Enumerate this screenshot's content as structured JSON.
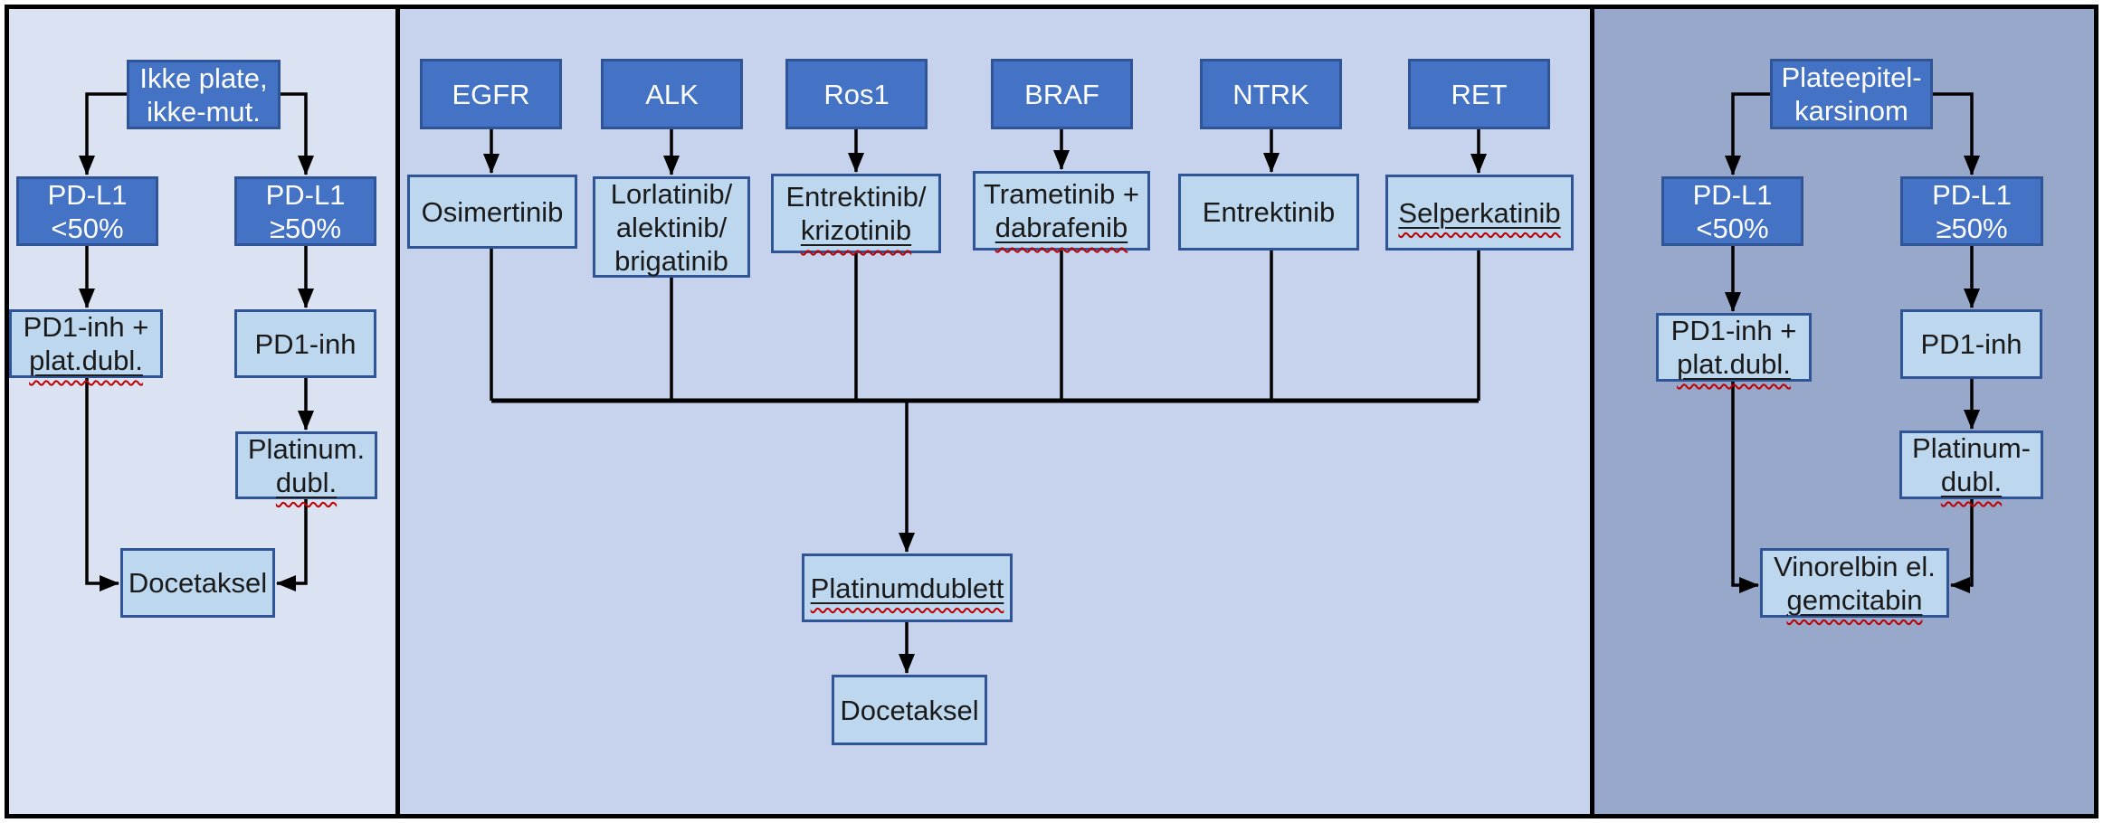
{
  "colors": {
    "panel_left_bg": "#dbe2f2",
    "panel_middle_bg": "#c7d3ec",
    "panel_right_bg": "#97a8ca",
    "dark_box_fill": "#4472c4",
    "dark_box_border": "#2f5597",
    "light_box_fill": "#bdd7ee",
    "light_box_border": "#2f5597",
    "line_color": "#000000",
    "text_dark": "#1a1a1a",
    "text_light": "#ffffff",
    "spellcheck_squiggle": "#c00000"
  },
  "panels": {
    "left": {
      "nodes": {
        "ikke_plate": {
          "line1": "Ikke plate,",
          "line2": "ikke-mut."
        },
        "pdl1_lt50": {
          "line1": "PD-L1",
          "line2": "<50%"
        },
        "pdl1_ge50": {
          "line1": "PD-L1",
          "line2": "≥50%"
        },
        "pd1_plat": {
          "line1": "PD1-inh +",
          "line2": "plat.dubl."
        },
        "pd1_inh": {
          "line1": "PD1-inh"
        },
        "platinum_dubl": {
          "line1": "Platinum.",
          "line2": "dubl."
        },
        "docetaksel": {
          "line1": "Docetaksel"
        }
      }
    },
    "middle": {
      "headers": {
        "egfr": "EGFR",
        "alk": "ALK",
        "ros1": "Ros1",
        "braf": "BRAF",
        "ntrk": "NTRK",
        "ret": "RET"
      },
      "nodes": {
        "osimertinib": {
          "line1": "Osimertinib"
        },
        "alk_drugs": {
          "line1": "Lorlatinib/",
          "line2": "alektinib/",
          "line3": "brigatinib"
        },
        "ros1_drugs": {
          "line1": "Entrektinib/",
          "line2": "krizotinib"
        },
        "braf_drugs": {
          "line1": "Trametinib +",
          "line2": "dabrafenib"
        },
        "ntrk_drug": {
          "line1": "Entrektinib"
        },
        "ret_drug": {
          "line1": "Selperkatinib"
        },
        "platinumdublett": {
          "line1": "Platinumdublett"
        },
        "docetaksel": {
          "line1": "Docetaksel"
        }
      }
    },
    "right": {
      "nodes": {
        "plateepitel": {
          "line1": "Plateepitel-",
          "line2": "karsinom"
        },
        "pdl1_lt50": {
          "line1": "PD-L1",
          "line2": "<50%"
        },
        "pdl1_ge50": {
          "line1": "PD-L1",
          "line2": "≥50%"
        },
        "pd1_plat": {
          "line1": "PD1-inh +",
          "line2": "plat.dubl."
        },
        "pd1_inh": {
          "line1": "PD1-inh"
        },
        "platinum_dubl": {
          "line1": "Platinum-",
          "line2": "dubl."
        },
        "vinorelbin": {
          "line1": "Vinorelbin el.",
          "line2": "gemcitabin"
        }
      }
    }
  }
}
